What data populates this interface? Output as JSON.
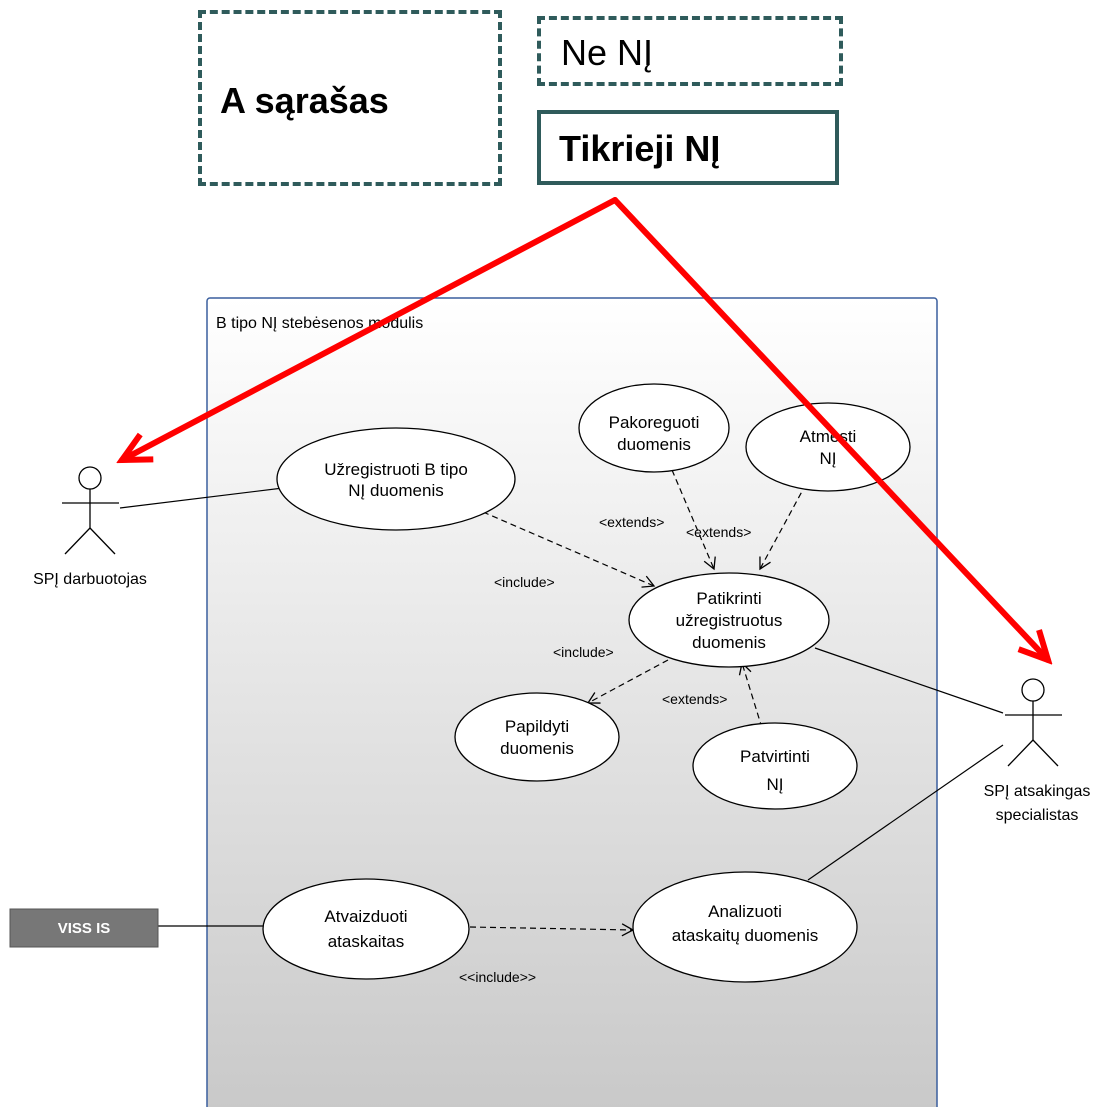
{
  "legend": {
    "box_a": "A sąrašas",
    "box_ne": "Ne NĮ",
    "box_tikrieji": "Tikrieji NĮ"
  },
  "system": {
    "title": "B tipo NĮ stebėsenos modulis"
  },
  "actors": {
    "darbuotojas": [
      "SPĮ darbuotojas"
    ],
    "specialistas": [
      "SPĮ atsakingas",
      "specialistas"
    ]
  },
  "external_system": "VISS IS",
  "use_cases": {
    "uzregistruoti": [
      "Užregistruoti B tipo",
      "NĮ duomenis"
    ],
    "pakoreguoti": [
      "Pakoreguoti",
      "duomenis"
    ],
    "atmesti": [
      "Atmesti",
      "NĮ"
    ],
    "patikrinti": [
      "Patikrinti",
      "užregistruotus",
      "duomenis"
    ],
    "papildyti": [
      "Papildyti",
      "duomenis"
    ],
    "patvirtinti": [
      "Patvirtinti",
      "NĮ"
    ],
    "atvaizduoti": [
      "Atvaizduoti",
      "ataskaitas"
    ],
    "analizuoti": [
      "Analizuoti",
      "ataskaitų duomenis"
    ]
  },
  "relation_labels": {
    "include_1": "<include>",
    "include_2": "<include>",
    "extends_1": "<extends>",
    "extends_2": "<extends>",
    "extends_3": "<extends>",
    "include_3": "<<include>>"
  },
  "colors": {
    "legend_border": "#2f5b5b",
    "highlight_arrow": "#ff0000",
    "system_border": "#3a5f9e",
    "external_box": "#777777"
  }
}
